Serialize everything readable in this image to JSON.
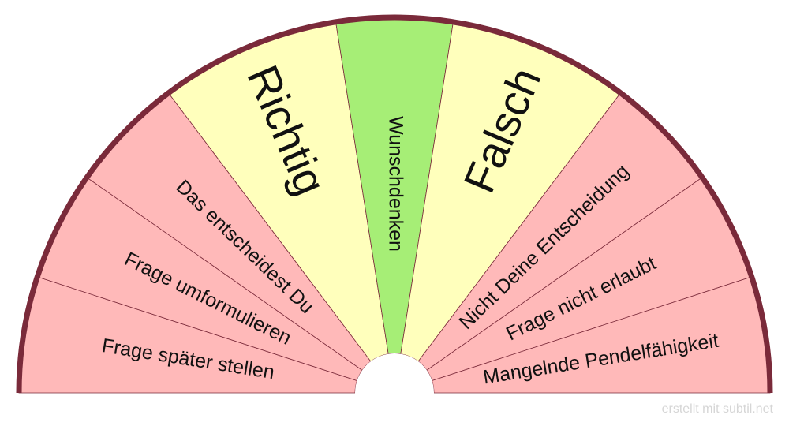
{
  "diagram": {
    "segments": [
      {
        "label": "Frage später stellen",
        "color": "#ffb9b9",
        "size": "small"
      },
      {
        "label": "Frage umformulieren",
        "color": "#ffb9b9",
        "size": "small"
      },
      {
        "label": "Das entscheidest Du",
        "color": "#ffb9b9",
        "size": "small"
      },
      {
        "label": "Richtig",
        "color": "#ffffbc",
        "size": "large"
      },
      {
        "label": "Wunschdenken",
        "color": "#a6ee76",
        "size": "small"
      },
      {
        "label": "Falsch",
        "color": "#ffffbc",
        "size": "large"
      },
      {
        "label": "Nicht Deine Entscheidung",
        "color": "#ffb9b9",
        "size": "small"
      },
      {
        "label": "Frage nicht erlaubt",
        "color": "#ffb9b9",
        "size": "small"
      },
      {
        "label": "Mangelnde Pendelfähigkeit",
        "color": "#ffb9b9",
        "size": "small"
      }
    ],
    "border_color": "#7a2a3a"
  },
  "credit": "erstellt mit subtil.net"
}
